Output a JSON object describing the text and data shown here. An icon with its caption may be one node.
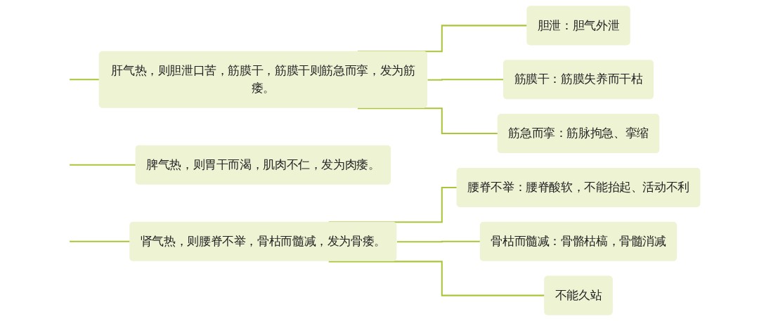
{
  "diagram": {
    "nodes": [
      {
        "text": [
          "肝气热，则胆泄口苦，筋膜干，筋膜干则筋急而挛，发为筋痿。"
        ]
      },
      {
        "text": [
          "胆泄：胆气外泄"
        ]
      },
      {
        "text": [
          "筋膜干：筋膜失养而干枯"
        ]
      },
      {
        "text": [
          "筋急而挛：筋脉拘急、挛缩"
        ]
      },
      {
        "text": [
          "脾气热，则胃干而渴，肌肉不仁，发为肉痿。"
        ]
      },
      {
        "text": [
          "肾气热，则腰脊不举，骨枯而髓减，发为骨痿。"
        ]
      },
      {
        "text": [
          "腰脊不举：腰脊酸软，不能抬起、活动不利"
        ]
      },
      {
        "text": [
          "骨枯而髓减：骨骼枯槁，骨髓消减"
        ]
      },
      {
        "text": [
          "不能久站"
        ]
      }
    ],
    "edges": [
      {
        "from": null,
        "to": 0,
        "arrow": "none"
      },
      {
        "from": null,
        "to": 4,
        "arrow": "none"
      },
      {
        "from": null,
        "to": 5,
        "arrow": "none"
      },
      {
        "from": 0,
        "to": 1,
        "arrow": "none"
      },
      {
        "from": 0,
        "to": 2,
        "arrow": "none"
      },
      {
        "from": 0,
        "to": 3,
        "arrow": "none"
      },
      {
        "from": 5,
        "to": 6,
        "arrow": "none"
      },
      {
        "from": 5,
        "to": 7,
        "arrow": "none"
      },
      {
        "from": 5,
        "to": 8,
        "arrow": "none"
      }
    ]
  }
}
